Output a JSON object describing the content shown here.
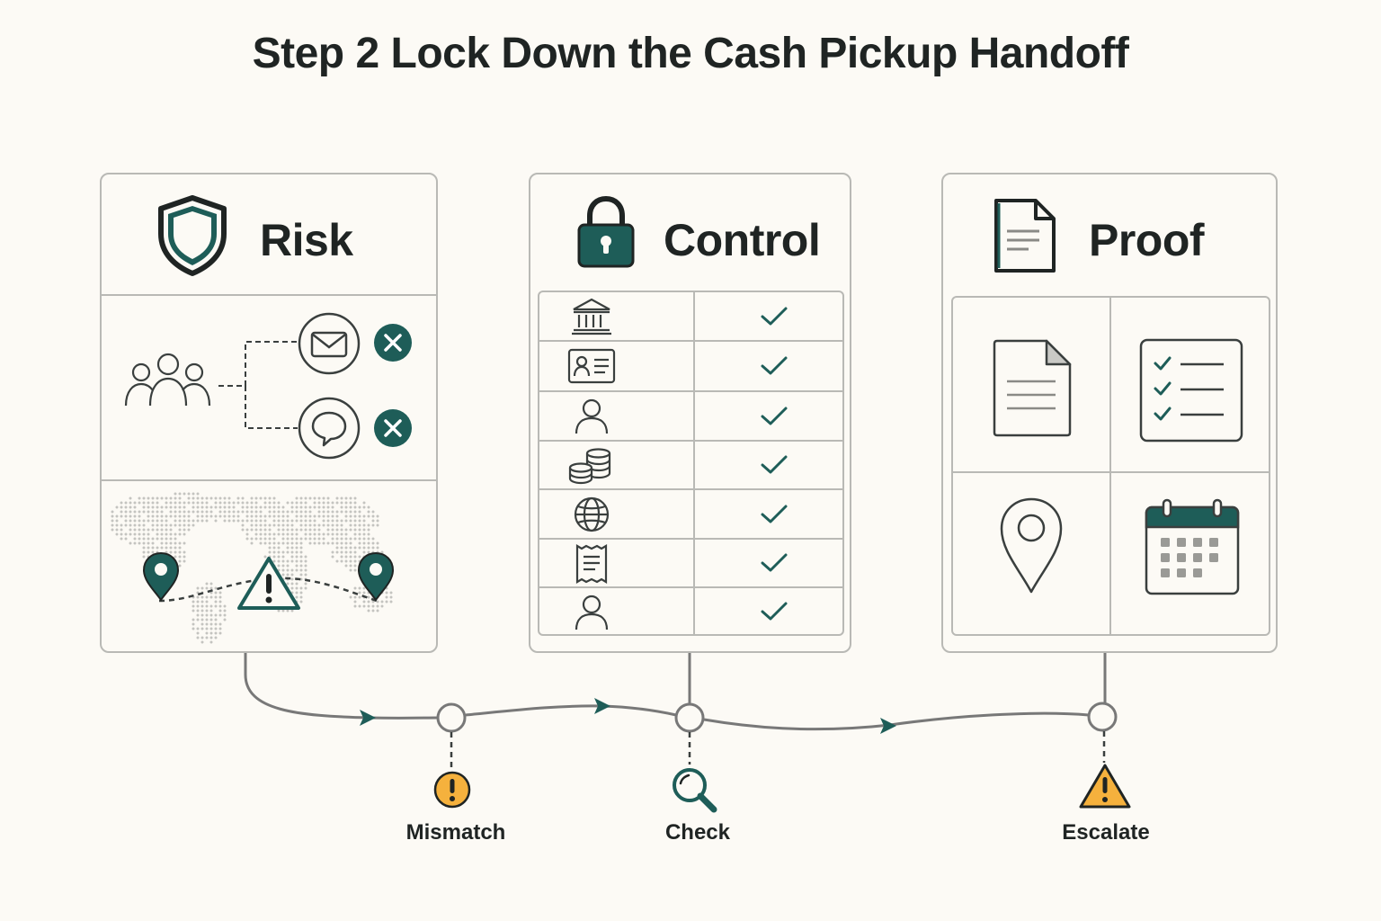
{
  "title": "Step 2 Lock Down the Cash Pickup Handoff",
  "colors": {
    "teal": "#1e5d58",
    "warning": "#f5b13d",
    "outline": "#3a3f3e",
    "border": "#b9b9b5",
    "line": "#787878",
    "background": "#fcfaf5"
  },
  "panels": {
    "risk": {
      "title": "Risk",
      "icon": "shield-icon",
      "channels": [
        {
          "icon": "envelope-icon",
          "status": "x-mark-icon"
        },
        {
          "icon": "chat-bubble-icon",
          "status": "x-mark-icon"
        }
      ],
      "map_icons": [
        "location-pin-icon",
        "warning-triangle-icon",
        "location-pin-icon"
      ]
    },
    "control": {
      "title": "Control",
      "icon": "padlock-icon",
      "rows": [
        {
          "icon": "bank-icon",
          "status": "checkmark-icon"
        },
        {
          "icon": "id-card-icon",
          "status": "checkmark-icon"
        },
        {
          "icon": "person-icon",
          "status": "checkmark-icon"
        },
        {
          "icon": "coins-icon",
          "status": "checkmark-icon"
        },
        {
          "icon": "globe-icon",
          "status": "checkmark-icon"
        },
        {
          "icon": "receipt-icon",
          "status": "checkmark-icon"
        },
        {
          "icon": "person-icon",
          "status": "checkmark-icon"
        }
      ]
    },
    "proof": {
      "title": "Proof",
      "icon": "document-icon",
      "cells": [
        "document-icon",
        "checklist-icon",
        "location-pin-icon",
        "calendar-icon"
      ]
    }
  },
  "timeline": {
    "steps": [
      {
        "label": "Mismatch",
        "icon": "alert-circle-icon"
      },
      {
        "label": "Check",
        "icon": "magnifier-icon"
      },
      {
        "label": "Escalate",
        "icon": "warning-triangle-icon"
      }
    ]
  }
}
